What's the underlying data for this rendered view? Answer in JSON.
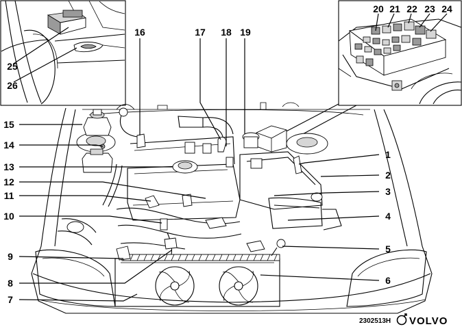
{
  "callouts": [
    {
      "id": "1",
      "label": "1"
    },
    {
      "id": "2",
      "label": "2"
    },
    {
      "id": "3",
      "label": "3"
    },
    {
      "id": "4",
      "label": "4"
    },
    {
      "id": "5",
      "label": "5"
    },
    {
      "id": "6",
      "label": "6"
    },
    {
      "id": "7",
      "label": "7"
    },
    {
      "id": "8",
      "label": "8"
    },
    {
      "id": "9",
      "label": "9"
    },
    {
      "id": "10",
      "label": "10"
    },
    {
      "id": "11",
      "label": "11"
    },
    {
      "id": "12",
      "label": "12"
    },
    {
      "id": "13",
      "label": "13"
    },
    {
      "id": "14",
      "label": "14"
    },
    {
      "id": "15",
      "label": "15"
    },
    {
      "id": "16",
      "label": "16"
    },
    {
      "id": "17",
      "label": "17"
    },
    {
      "id": "18",
      "label": "18"
    },
    {
      "id": "19",
      "label": "19"
    },
    {
      "id": "20",
      "label": "20"
    },
    {
      "id": "21",
      "label": "21"
    },
    {
      "id": "22",
      "label": "22"
    },
    {
      "id": "23",
      "label": "23"
    },
    {
      "id": "24",
      "label": "24"
    },
    {
      "id": "25",
      "label": "25"
    },
    {
      "id": "26",
      "label": "26"
    }
  ],
  "footer": {
    "drawing_code": "2302513H",
    "brand": "VOLVO"
  },
  "colors": {
    "line": "#000000",
    "background": "#ffffff"
  }
}
